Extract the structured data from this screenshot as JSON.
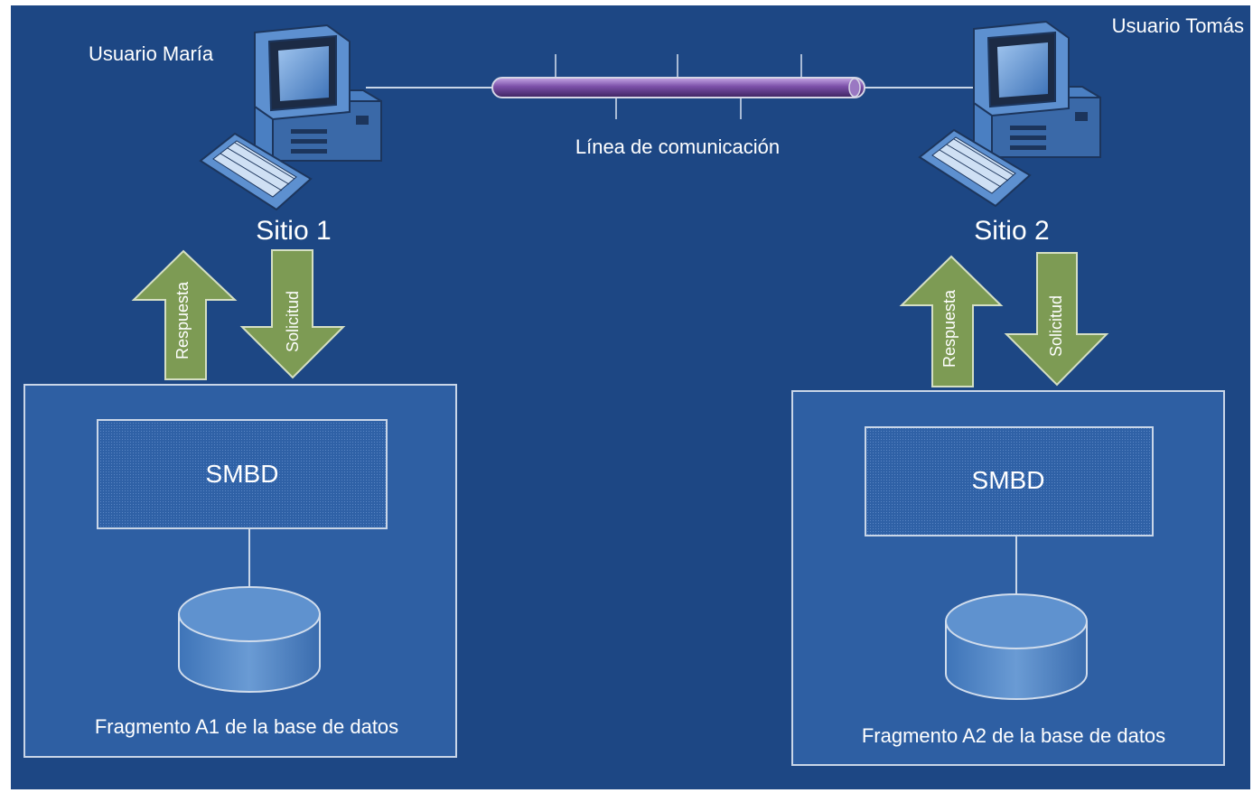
{
  "users": {
    "maria": "Usuario María",
    "tomas": "Usuario Tomás"
  },
  "link_label": "Línea de comunicación",
  "sites": [
    {
      "name": "Sitio 1",
      "response_label": "Respuesta",
      "request_label": "Solicitud",
      "dbms_label": "SMBD",
      "fragment_label": "Fragmento A1 de la base de datos"
    },
    {
      "name": "Sitio 2",
      "response_label": "Respuesta",
      "request_label": "Solicitud",
      "dbms_label": "SMBD",
      "fragment_label": "Fragmento A2 de la base de datos"
    }
  ],
  "colors": {
    "background": "#1d4784",
    "box_fill": "#2e5fa3",
    "box_border": "#c9d6e8",
    "arrow_fill": "#7d9b54",
    "pipe": "#7b4fa8",
    "text": "#ffffff"
  },
  "icons": {
    "computer": "computer-icon",
    "database": "database-cylinder-icon"
  }
}
